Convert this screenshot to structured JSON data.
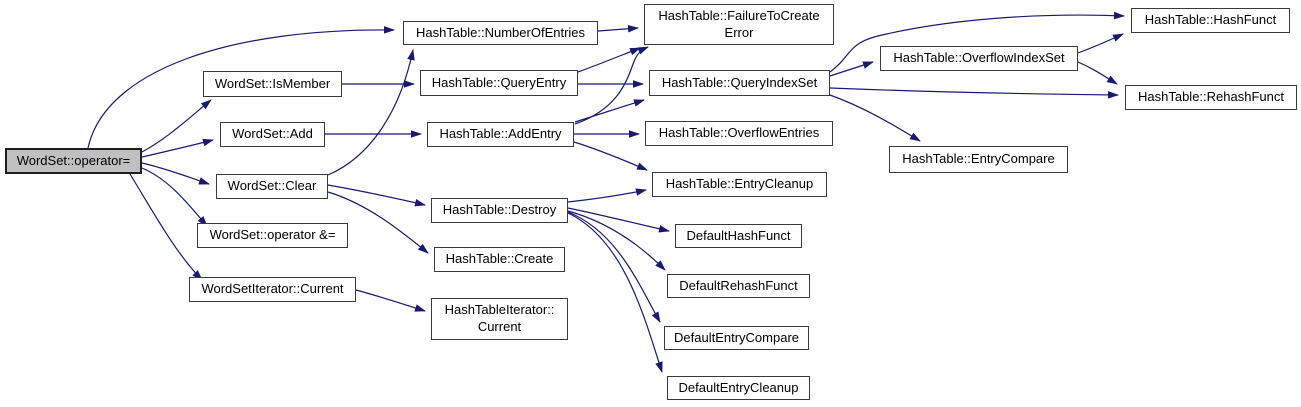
{
  "graph": {
    "type": "call-graph",
    "edge_color": "#191970",
    "node_fill": "#ffffff",
    "node_border_color": "#3a3a3a",
    "focus_node_fill": "#c0c0c0",
    "nodes": [
      {
        "id": "wordset-operator-assign",
        "label": "WordSet::operator=",
        "focus": true
      },
      {
        "id": "wordset-ismember",
        "label": "WordSet::IsMember"
      },
      {
        "id": "wordset-add",
        "label": "WordSet::Add"
      },
      {
        "id": "wordset-clear",
        "label": "WordSet::Clear"
      },
      {
        "id": "wordset-operator-and-assign",
        "label": "WordSet::operator &="
      },
      {
        "id": "wordsetiterator-current",
        "label": "WordSetIterator::Current"
      },
      {
        "id": "hashtable-numberofentries",
        "label": "HashTable::NumberOfEntries"
      },
      {
        "id": "hashtable-queryentry",
        "label": "HashTable::QueryEntry"
      },
      {
        "id": "hashtable-addentry",
        "label": "HashTable::AddEntry"
      },
      {
        "id": "hashtable-destroy",
        "label": "HashTable::Destroy"
      },
      {
        "id": "hashtable-create",
        "label": "HashTable::Create"
      },
      {
        "id": "hashtableiterator-current",
        "label": "HashTableIterator:: Current"
      },
      {
        "id": "hashtable-failuretocreateerror",
        "label": "HashTable::FailureToCreate Error"
      },
      {
        "id": "hashtable-queryindexset",
        "label": "HashTable::QueryIndexSet"
      },
      {
        "id": "hashtable-overflowentries",
        "label": "HashTable::OverflowEntries"
      },
      {
        "id": "hashtable-entrycleanup",
        "label": "HashTable::EntryCleanup"
      },
      {
        "id": "defaulthashfunct",
        "label": "DefaultHashFunct"
      },
      {
        "id": "defaultrehashfunct",
        "label": "DefaultRehashFunct"
      },
      {
        "id": "defaultentrycompare",
        "label": "DefaultEntryCompare"
      },
      {
        "id": "defaultentrycleanup",
        "label": "DefaultEntryCleanup"
      },
      {
        "id": "hashtable-overflowindexset",
        "label": "HashTable::OverflowIndexSet"
      },
      {
        "id": "hashtable-hashfunct",
        "label": "HashTable::HashFunct"
      },
      {
        "id": "hashtable-rehashfunct",
        "label": "HashTable::RehashFunct"
      },
      {
        "id": "hashtable-entrycompare",
        "label": "HashTable::EntryCompare"
      }
    ],
    "edges": [
      {
        "from": "wordset-operator-assign",
        "to": "hashtable-numberofentries"
      },
      {
        "from": "wordset-operator-assign",
        "to": "wordset-ismember"
      },
      {
        "from": "wordset-operator-assign",
        "to": "wordset-add"
      },
      {
        "from": "wordset-operator-assign",
        "to": "wordset-clear"
      },
      {
        "from": "wordset-operator-assign",
        "to": "wordset-operator-and-assign"
      },
      {
        "from": "wordset-operator-assign",
        "to": "wordsetiterator-current"
      },
      {
        "from": "wordset-ismember",
        "to": "hashtable-queryentry"
      },
      {
        "from": "wordset-add",
        "to": "hashtable-addentry"
      },
      {
        "from": "wordset-clear",
        "to": "hashtable-numberofentries"
      },
      {
        "from": "wordset-clear",
        "to": "hashtable-destroy"
      },
      {
        "from": "wordset-clear",
        "to": "hashtable-create"
      },
      {
        "from": "hashtable-numberofentries",
        "to": "hashtable-failuretocreateerror"
      },
      {
        "from": "hashtable-queryentry",
        "to": "hashtable-failuretocreateerror"
      },
      {
        "from": "hashtable-queryentry",
        "to": "hashtable-queryindexset"
      },
      {
        "from": "hashtable-addentry",
        "to": "hashtable-failuretocreateerror"
      },
      {
        "from": "hashtable-addentry",
        "to": "hashtable-queryindexset"
      },
      {
        "from": "hashtable-addentry",
        "to": "hashtable-overflowentries"
      },
      {
        "from": "hashtable-addentry",
        "to": "hashtable-entrycleanup"
      },
      {
        "from": "hashtable-destroy",
        "to": "hashtable-entrycleanup"
      },
      {
        "from": "hashtable-destroy",
        "to": "defaulthashfunct"
      },
      {
        "from": "hashtable-destroy",
        "to": "defaultrehashfunct"
      },
      {
        "from": "hashtable-destroy",
        "to": "defaultentrycompare"
      },
      {
        "from": "hashtable-destroy",
        "to": "defaultentrycleanup"
      },
      {
        "from": "wordsetiterator-current",
        "to": "hashtableiterator-current"
      },
      {
        "from": "hashtable-queryindexset",
        "to": "hashtable-overflowindexset"
      },
      {
        "from": "hashtable-queryindexset",
        "to": "hashtable-hashfunct"
      },
      {
        "from": "hashtable-queryindexset",
        "to": "hashtable-rehashfunct"
      },
      {
        "from": "hashtable-queryindexset",
        "to": "hashtable-entrycompare"
      },
      {
        "from": "hashtable-overflowindexset",
        "to": "hashtable-hashfunct"
      },
      {
        "from": "hashtable-overflowindexset",
        "to": "hashtable-rehashfunct"
      }
    ]
  }
}
